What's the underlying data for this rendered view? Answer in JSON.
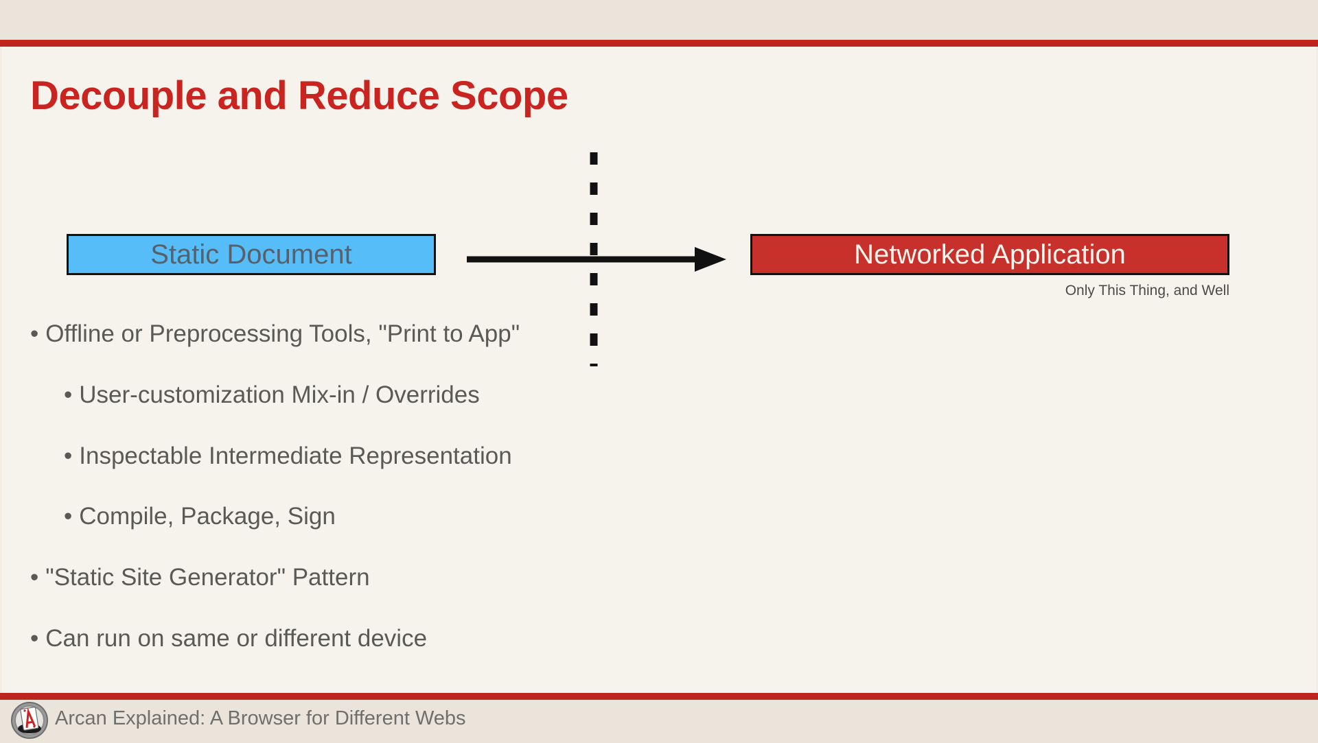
{
  "slide": {
    "title": "Decouple and Reduce Scope",
    "colors": {
      "accent_red": "#c9241f",
      "band_beige": "#eae4da",
      "canvas_cream": "#f6f3ed",
      "box_blue": "#56bdf8",
      "box_red": "#c8302b",
      "body_text": "#595955"
    }
  },
  "diagram": {
    "left_box": {
      "label": "Static Document",
      "fill": "#56bdf8",
      "text_color": "#56616b"
    },
    "right_box": {
      "label": "Networked Application",
      "fill": "#c8302b",
      "text_color": "#f7f4ee"
    },
    "right_box_caption": "Only This Thing, and Well",
    "arrow": "right-arrow",
    "divider": "vertical-dashed-line"
  },
  "bullets": [
    {
      "level": 1,
      "marker": "•",
      "text": "Offline or Preprocessing Tools, \"Print to App\""
    },
    {
      "level": 2,
      "marker": "•",
      "text": "User-customization Mix-in / Overrides"
    },
    {
      "level": 2,
      "marker": "•",
      "text": "Inspectable Intermediate Representation"
    },
    {
      "level": 2,
      "marker": "•",
      "text": "Compile, Package, Sign"
    },
    {
      "level": 1,
      "marker": "•",
      "text": "\"Static Site Generator\" Pattern"
    },
    {
      "level": 1,
      "marker": "•",
      "text": "Can run on same or different device"
    }
  ],
  "footer": {
    "logo": "arcan-ace-card-logo",
    "text": "Arcan Explained: A Browser for Different Webs"
  }
}
